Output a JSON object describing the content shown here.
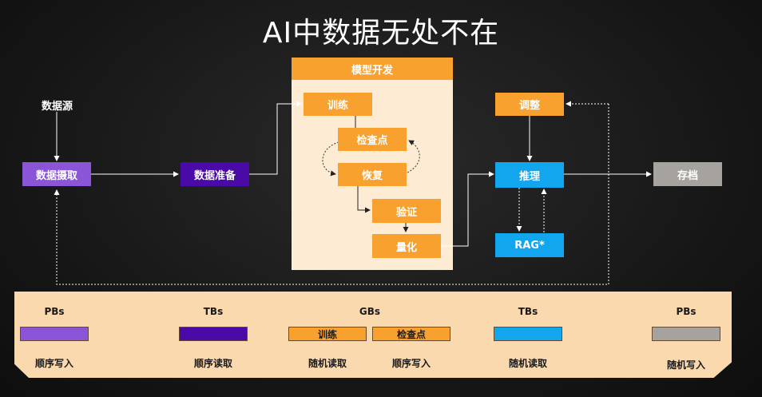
{
  "title": "AI中数据无处不在",
  "flow": {
    "data_source": "数据源",
    "ingest": "数据摄取",
    "prepare": "数据准备",
    "model_dev": "模型开发",
    "train": "训练",
    "checkpoint": "检查点",
    "restore": "恢复",
    "validate": "验证",
    "quantize": "量化",
    "tune": "调整",
    "inference": "推理",
    "rag": "RAG*",
    "archive": "存档"
  },
  "band": {
    "columns": [
      {
        "size": "PBs",
        "caption": "顺序写入",
        "color": "#8a55d6"
      },
      {
        "size": "TBs",
        "caption": "顺序读取",
        "color": "#4a0aa8"
      },
      {
        "size": "GBs",
        "sub": [
          {
            "label": "训练",
            "caption": "随机读取"
          },
          {
            "label": "检查点",
            "caption": "顺序写入"
          }
        ]
      },
      {
        "size": "TBs",
        "caption": "随机读取",
        "color": "#12a6ee"
      },
      {
        "size": "PBs",
        "caption": "随机写入",
        "color": "#a6a29e"
      }
    ]
  },
  "colors": {
    "accent_orange": "#f9a12e",
    "panel_bg": "#fdebd3",
    "purple_light": "#8a55d6",
    "purple_dark": "#4a0aa8",
    "blue": "#12a6ee",
    "gray": "#a6a29e",
    "band_bg": "#fbd9ae"
  }
}
